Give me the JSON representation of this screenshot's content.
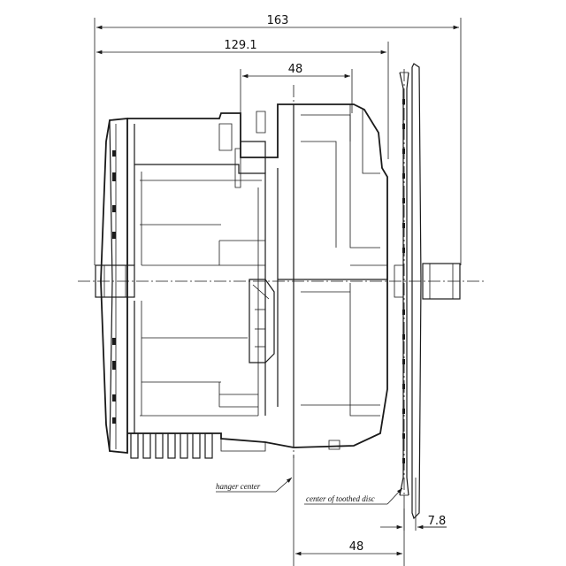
{
  "dimensions": {
    "overall_length": "163",
    "body_length": "129.1",
    "upper_width": "48",
    "lower_width": "48",
    "disc_offset": "7.8"
  },
  "notes": {
    "hanger_center": "hanger center",
    "toothed_disc_center": "center of toothed disc"
  }
}
